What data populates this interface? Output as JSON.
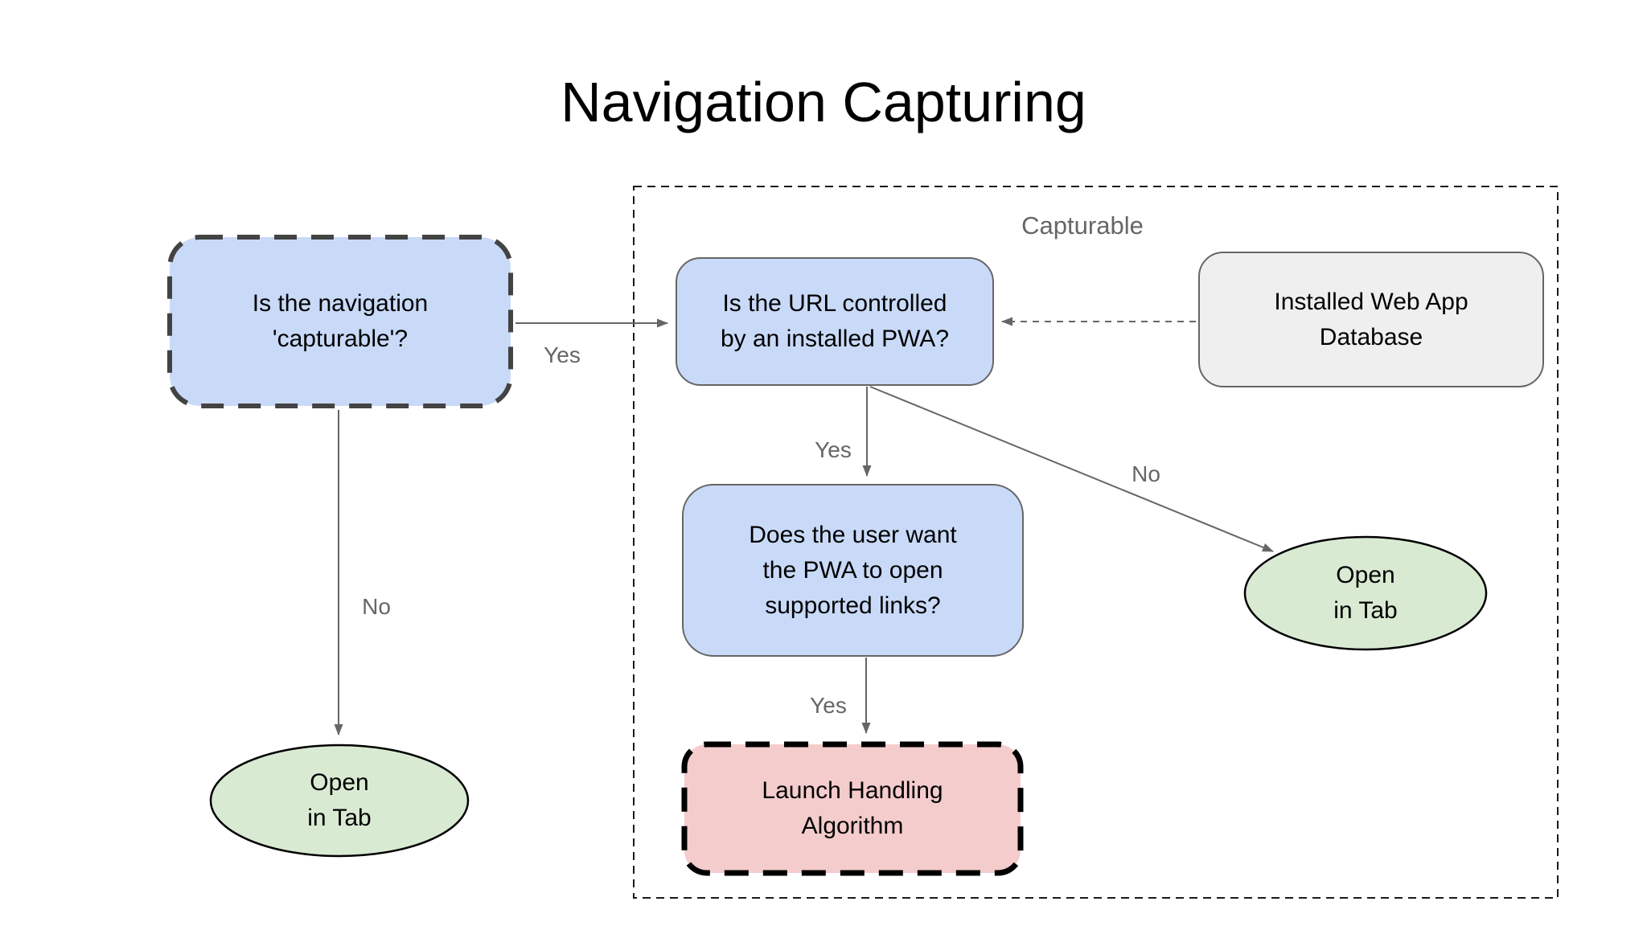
{
  "title": "Navigation Capturing",
  "group": {
    "label": "Capturable"
  },
  "nodes": {
    "capturable_question": {
      "text": "Is the navigation\n'capturable'?"
    },
    "pwa_question": {
      "text": "Is the URL controlled\nby an installed PWA?"
    },
    "web_app_database": {
      "text": "Installed Web App\nDatabase"
    },
    "user_preference_question": {
      "text": "Does the user want\nthe PWA to open\nsupported links?"
    },
    "launch_handling": {
      "text": "Launch Handling\nAlgorithm"
    },
    "open_in_tab_left": {
      "text": "Open\nin Tab"
    },
    "open_in_tab_right": {
      "text": "Open\nin Tab"
    }
  },
  "edge_labels": {
    "capturable_yes": "Yes",
    "capturable_no": "No",
    "pwa_yes": "Yes",
    "pwa_no": "No",
    "user_yes": "Yes"
  },
  "colors": {
    "question_fill": "#c9daf8",
    "terminal_fill": "#d9ead3",
    "algorithm_fill": "#f4cccc",
    "database_fill": "#efefef",
    "connector": "#666666"
  }
}
